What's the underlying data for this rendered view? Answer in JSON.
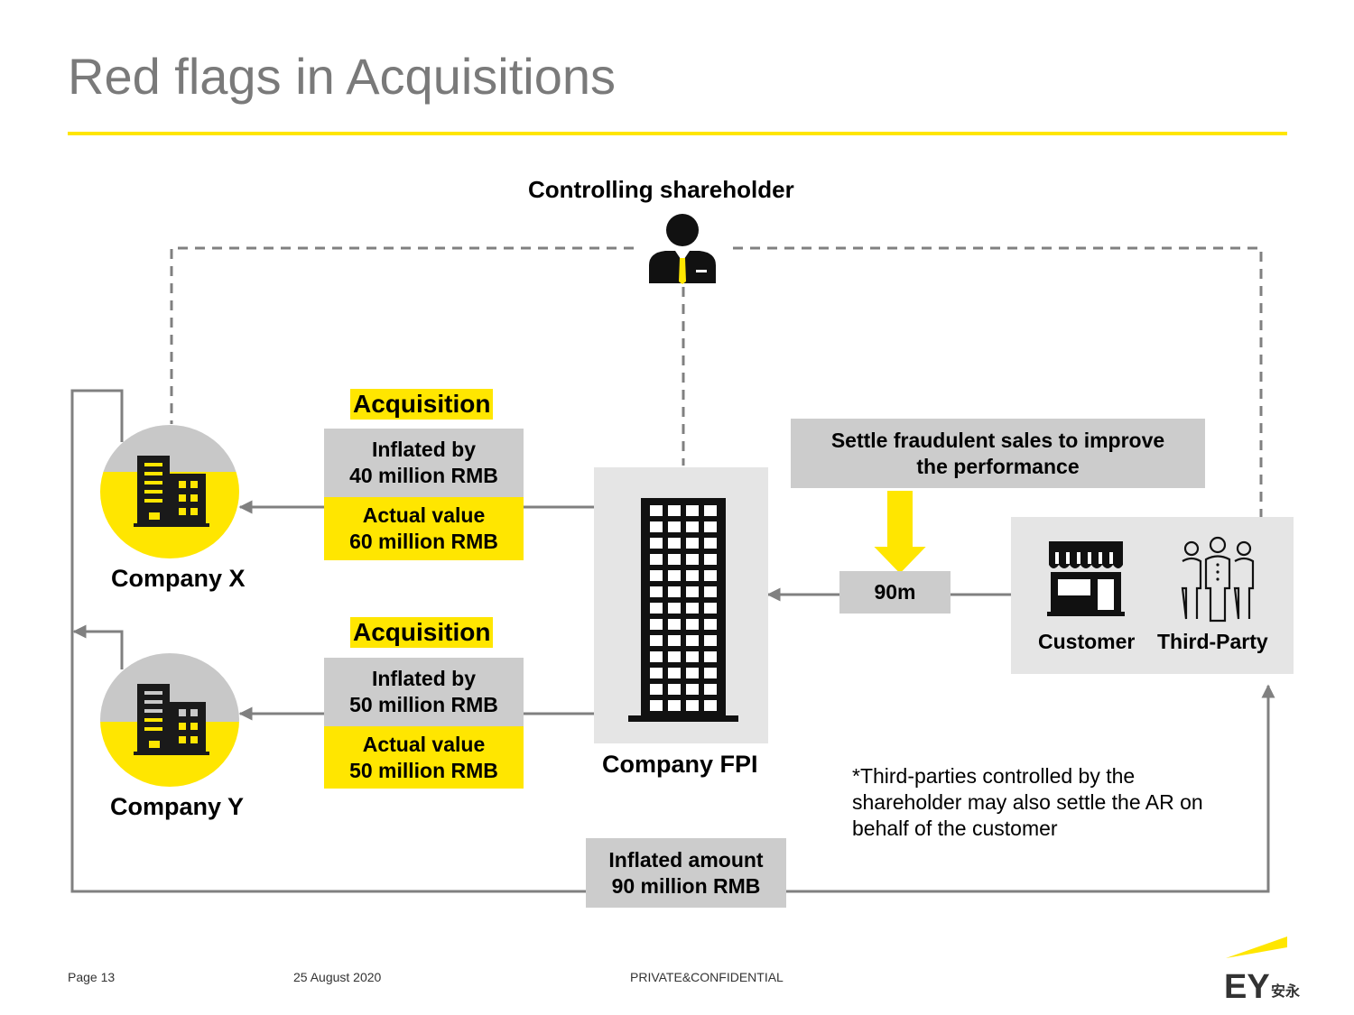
{
  "slide": {
    "title": "Red flags in Acquisitions"
  },
  "diagram": {
    "controlling_shareholder": "Controlling shareholder",
    "company_x": "Company X",
    "company_y": "Company Y",
    "company_fpi": "Company FPI",
    "acquisition_x": {
      "label": "Acquisition",
      "inflated": [
        "Inflated by",
        "40 million RMB"
      ],
      "actual": [
        "Actual value",
        "60 million RMB"
      ]
    },
    "acquisition_y": {
      "label": "Acquisition",
      "inflated": [
        "Inflated by",
        "50 million RMB"
      ],
      "actual": [
        "Actual value",
        "50 million RMB"
      ]
    },
    "settle": [
      "Settle fraudulent sales to improve",
      "the performance"
    ],
    "amount_90m": "90m",
    "customer": "Customer",
    "third_party": "Third-Party",
    "inflated_amount": [
      "Inflated amount",
      "90 million RMB"
    ],
    "note": "*Third-parties controlled by the shareholder may also settle the AR on behalf of the customer"
  },
  "footer": {
    "page": "Page 13",
    "date": "25 August 2020",
    "confidential": "PRIVATE&CONFIDENTIAL",
    "logo_text": "EY安永"
  },
  "colors": {
    "accent_yellow": "#ffe600",
    "box_grey": "#cccccc",
    "line_grey": "#808080",
    "title_grey": "#7a7a7a"
  },
  "icons": [
    "person-icon",
    "building-icon",
    "skyscraper-icon",
    "store-icon",
    "people-icon",
    "down-arrow-icon",
    "ey-logo"
  ]
}
